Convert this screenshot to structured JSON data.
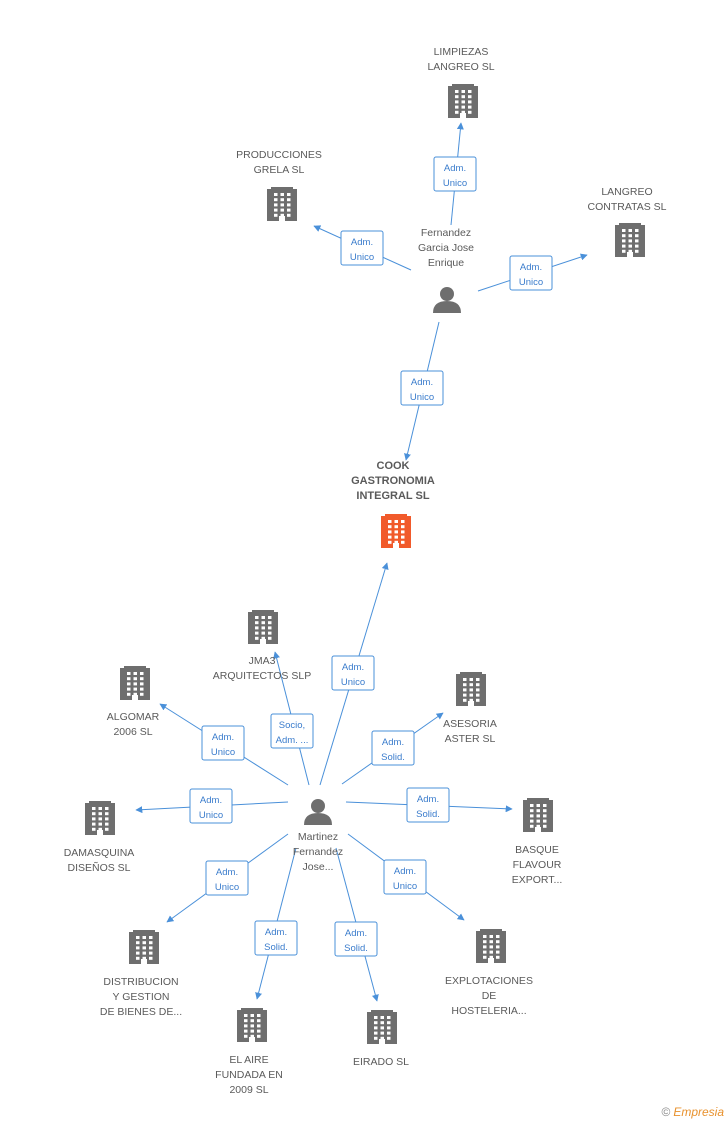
{
  "colors": {
    "accent": "#4a90d9",
    "center_company": "#f15a2b",
    "company": "#6e6e6e",
    "person": "#6e6e6e"
  },
  "center": {
    "lines": [
      "COOK",
      "GASTRONOMIA",
      "INTEGRAL  SL"
    ]
  },
  "persons": [
    {
      "id": "fernandez",
      "lines": [
        "Fernandez",
        "Garcia Jose",
        "Enrique"
      ]
    },
    {
      "id": "martinez",
      "lines": [
        "Martinez",
        "Fernandez",
        "Jose..."
      ]
    }
  ],
  "companies": [
    {
      "id": "limpiezas",
      "lines": [
        "LIMPIEZAS",
        "LANGREO  SL"
      ]
    },
    {
      "id": "producciones",
      "lines": [
        "PRODUCCIONES",
        "GRELA SL"
      ]
    },
    {
      "id": "langreo",
      "lines": [
        "LANGREO",
        "CONTRATAS  SL"
      ]
    },
    {
      "id": "jma3",
      "lines": [
        "JMA3",
        "ARQUITECTOS SLP"
      ]
    },
    {
      "id": "algomar",
      "lines": [
        "ALGOMAR",
        "2006 SL"
      ]
    },
    {
      "id": "asesoria",
      "lines": [
        "ASESORIA",
        "ASTER SL"
      ]
    },
    {
      "id": "damasquina",
      "lines": [
        "DAMASQUINA",
        "DISEÑOS SL"
      ]
    },
    {
      "id": "basque",
      "lines": [
        "BASQUE",
        "FLAVOUR",
        "EXPORT..."
      ]
    },
    {
      "id": "distribucion",
      "lines": [
        "DISTRIBUCION",
        "Y GESTION",
        "DE BIENES DE..."
      ]
    },
    {
      "id": "explotaciones",
      "lines": [
        "EXPLOTACIONES",
        "DE",
        "HOSTELERIA..."
      ]
    },
    {
      "id": "elaire",
      "lines": [
        "EL AIRE",
        "FUNDADA EN",
        "2009 SL"
      ]
    },
    {
      "id": "eirado",
      "lines": [
        "EIRADO  SL"
      ]
    }
  ],
  "relations": [
    {
      "from": "fernandez",
      "to": "limpiezas",
      "lines": [
        "Adm.",
        "Unico"
      ]
    },
    {
      "from": "fernandez",
      "to": "producciones",
      "lines": [
        "Adm.",
        "Unico"
      ]
    },
    {
      "from": "fernandez",
      "to": "langreo",
      "lines": [
        "Adm.",
        "Unico"
      ]
    },
    {
      "from": "fernandez",
      "to": "center",
      "lines": [
        "Adm.",
        "Unico"
      ]
    },
    {
      "from": "martinez",
      "to": "center",
      "lines": [
        "Adm.",
        "Unico"
      ]
    },
    {
      "from": "martinez",
      "to": "jma3",
      "lines": [
        "Socio,",
        "Adm. ..."
      ]
    },
    {
      "from": "martinez",
      "to": "algomar",
      "lines": [
        "Adm.",
        "Unico"
      ]
    },
    {
      "from": "martinez",
      "to": "asesoria",
      "lines": [
        "Adm.",
        "Solid."
      ]
    },
    {
      "from": "martinez",
      "to": "damasquina",
      "lines": [
        "Adm.",
        "Unico"
      ]
    },
    {
      "from": "martinez",
      "to": "basque",
      "lines": [
        "Adm.",
        "Solid."
      ]
    },
    {
      "from": "martinez",
      "to": "distribucion",
      "lines": [
        "Adm.",
        "Unico"
      ]
    },
    {
      "from": "martinez",
      "to": "explotaciones",
      "lines": [
        "Adm.",
        "Unico"
      ]
    },
    {
      "from": "martinez",
      "to": "elaire",
      "lines": [
        "Adm.",
        "Solid."
      ]
    },
    {
      "from": "martinez",
      "to": "eirado",
      "lines": [
        "Adm.",
        "Solid."
      ]
    }
  ],
  "footer": {
    "copyright": "©",
    "brand": "Empresia"
  }
}
